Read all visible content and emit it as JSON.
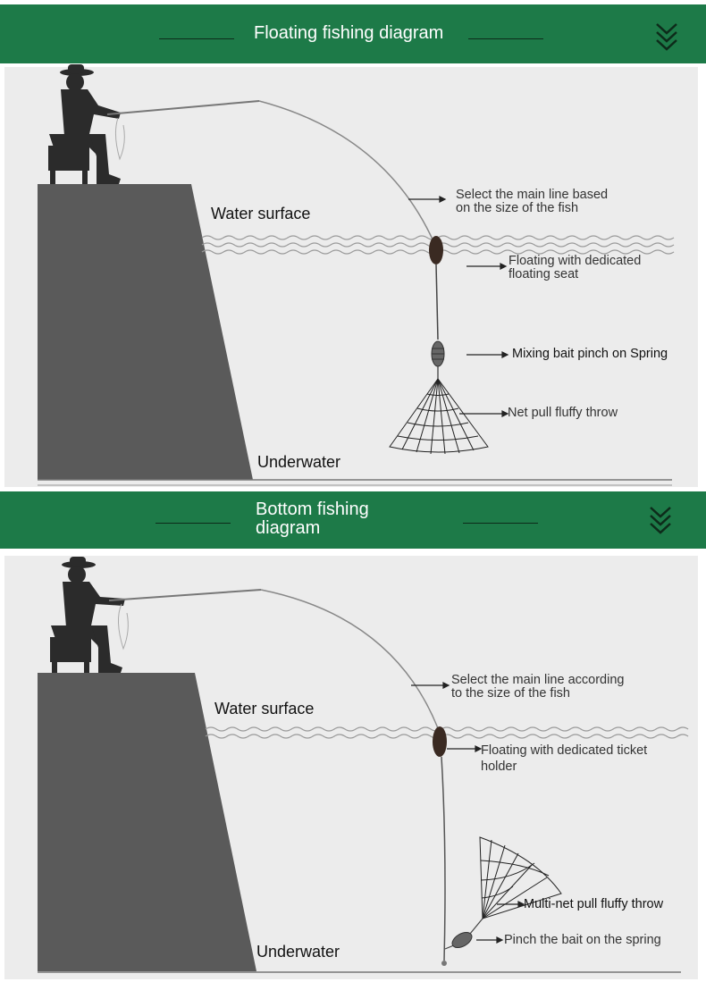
{
  "colors": {
    "banner": "#1d7a48",
    "panel": "#ececec",
    "ground": "#5a5a5a",
    "line": "#888888"
  },
  "icons": {
    "chevrons": "double-chevron-down-icon",
    "angler": "fisherman-silhouette-icon"
  },
  "floating": {
    "title": "Floating fishing diagram",
    "water_surface": "Water surface",
    "underwater": "Underwater",
    "labels": {
      "main_line": "Select the main line based\non the size of the fish",
      "float": "Floating with dedicated\nfloating seat",
      "spring": "Mixing bait pinch on Spring",
      "net": "Net pull fluffy throw"
    }
  },
  "bottom": {
    "title": "Bottom fishing\ndiagram",
    "water_surface": "Water surface",
    "underwater": "Underwater",
    "labels": {
      "main_line": "Select the main line according\nto the size of the fish",
      "float": "Floating with dedicated ticket\nholder",
      "net": "Multi-net pull fluffy throw",
      "spring": "Pinch the bait on the spring"
    }
  }
}
